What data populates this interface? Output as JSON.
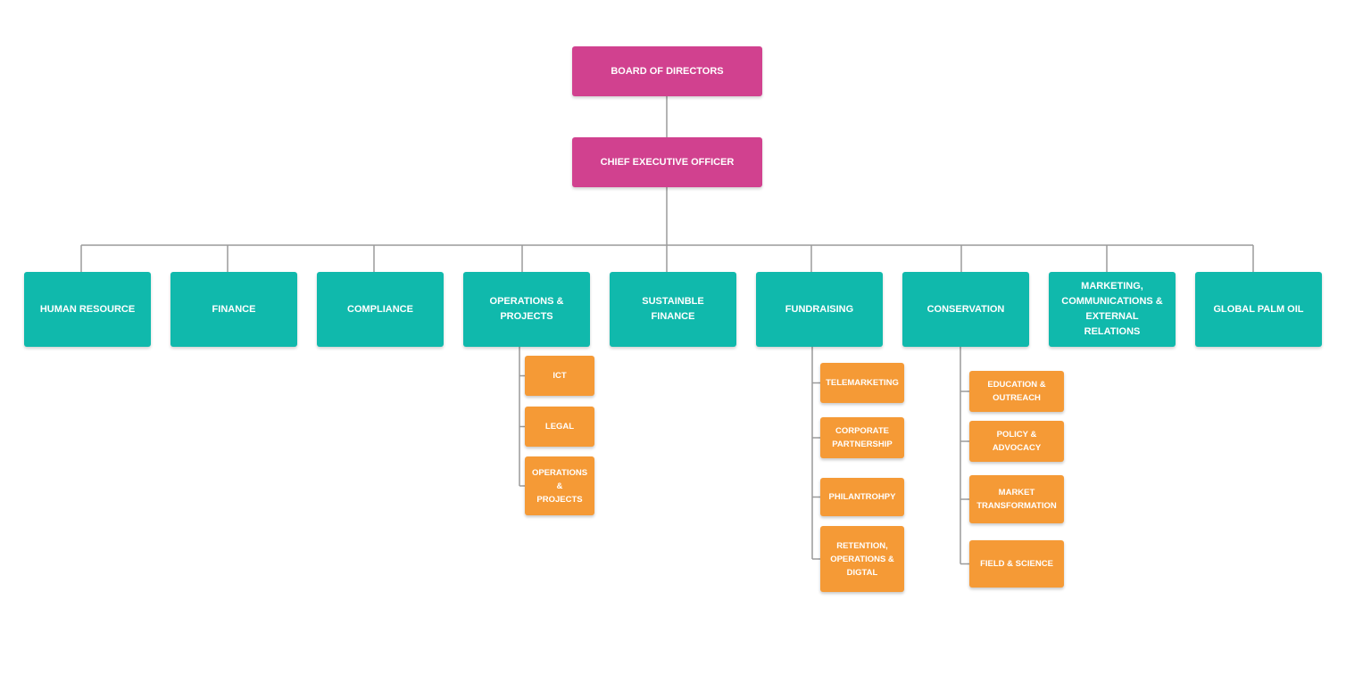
{
  "board": "BOARD OF DIRECTORS",
  "ceo": "CHIEF EXECUTIVE OFFICER",
  "departments": [
    {
      "label": "HUMAN RESOURCE"
    },
    {
      "label": "FINANCE"
    },
    {
      "label": "COMPLIANCE"
    },
    {
      "label": "OPERATIONS &\nPROJECTS",
      "children": [
        "ICT",
        "LEGAL",
        "OPERATIONS\n&\nPROJECTS"
      ]
    },
    {
      "label": "SUSTAINBLE\nFINANCE"
    },
    {
      "label": "FUNDRAISING",
      "children": [
        "TELEMARKETING",
        "CORPORATE\nPARTNERSHIP",
        "PHILANTROHPY",
        "RETENTION,\nOPERATIONS &\nDIGTAL"
      ]
    },
    {
      "label": "CONSERVATION",
      "children": [
        "EDUCATION &\nOUTREACH",
        "POLICY &\nADVOCACY",
        "MARKET\nTRANSFORMATION",
        "FIELD & SCIENCE"
      ]
    },
    {
      "label": "MARKETING,\nCOMMUNICATIONS &\nEXTERNAL\nRELATIONS"
    },
    {
      "label": "GLOBAL PALM OIL"
    }
  ],
  "colors": {
    "executive": "#d1418f",
    "department": "#10b9ac",
    "sub_unit": "#f59a36",
    "connector": "#9a9a9a"
  }
}
